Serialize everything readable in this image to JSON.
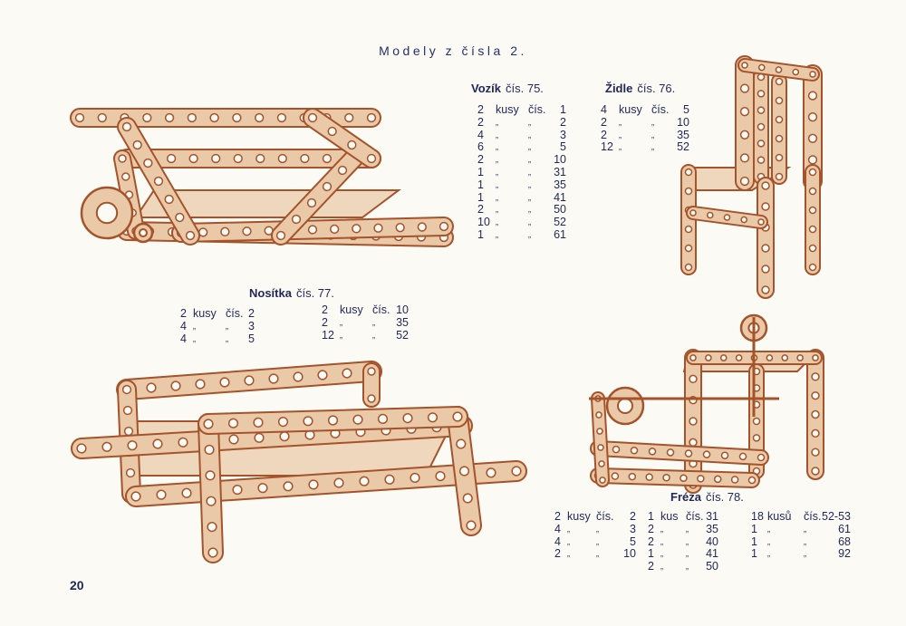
{
  "page": {
    "title": "Modely z čísla 2.",
    "page_number": "20"
  },
  "colors": {
    "text": "#1f2757",
    "illustration": "#a4532b",
    "paper": "#fbfaf4"
  },
  "models": {
    "vozik": {
      "name": "Vozík",
      "number": "čís. 75.",
      "parts": [
        [
          "2",
          "kusy",
          "čís.",
          "1"
        ],
        [
          "2",
          "„",
          "„",
          "2"
        ],
        [
          "4",
          "„",
          "„",
          "3"
        ],
        [
          "6",
          "„",
          "„",
          "5"
        ],
        [
          "2",
          "„",
          "„",
          "10"
        ],
        [
          "1",
          "„",
          "„",
          "31"
        ],
        [
          "1",
          "„",
          "„",
          "35"
        ],
        [
          "1",
          "„",
          "„",
          "41"
        ],
        [
          "2",
          "„",
          "„",
          "50"
        ],
        [
          "10",
          "„",
          "„",
          "52"
        ],
        [
          "1",
          "„",
          "„",
          "61"
        ]
      ]
    },
    "zidle": {
      "name": "Židle",
      "number": "čís. 76.",
      "parts": [
        [
          "4",
          "kusy",
          "čís.",
          "5"
        ],
        [
          "2",
          "„",
          "„",
          "10"
        ],
        [
          "2",
          "„",
          "„",
          "35"
        ],
        [
          "12",
          "„",
          "„",
          "52"
        ]
      ]
    },
    "nositka": {
      "name": "Nosítka",
      "number": "čís. 77.",
      "parts_left": [
        [
          "2",
          "kusy",
          "čís.",
          "2"
        ],
        [
          "4",
          "„",
          "„",
          "3"
        ],
        [
          "4",
          "„",
          "„",
          "5"
        ]
      ],
      "parts_right": [
        [
          "2",
          "kusy",
          "čís.",
          "10"
        ],
        [
          "2",
          "„",
          "„",
          "35"
        ],
        [
          "12",
          "„",
          "„",
          "52"
        ]
      ]
    },
    "freza": {
      "name": "Fréza",
      "number": "čís. 78.",
      "parts_col1": [
        [
          "2",
          "kusy",
          "čís.",
          "2"
        ],
        [
          "4",
          "„",
          "„",
          "3"
        ],
        [
          "4",
          "„",
          "„",
          "5"
        ],
        [
          "2",
          "„",
          "„",
          "10"
        ]
      ],
      "parts_col2": [
        [
          "1",
          "kus",
          "čís.",
          "31"
        ],
        [
          "2",
          "„",
          "„",
          "35"
        ],
        [
          "2",
          "„",
          "„",
          "40"
        ],
        [
          "1",
          "„",
          "„",
          "41"
        ],
        [
          "2",
          "„",
          "„",
          "50"
        ]
      ],
      "parts_col3": [
        [
          "18",
          "kusů",
          "čís.",
          "52-53"
        ],
        [
          "1",
          "„",
          "„",
          "61"
        ],
        [
          "1",
          "„",
          "„",
          "68"
        ],
        [
          "1",
          "„",
          "„",
          "92"
        ]
      ]
    }
  }
}
